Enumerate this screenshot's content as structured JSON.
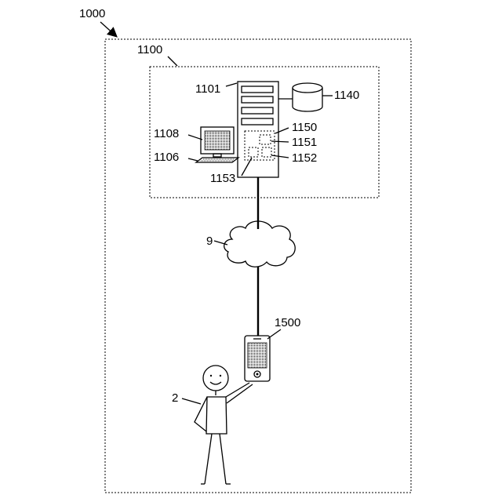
{
  "labels": {
    "system": "1000",
    "server_system": "1100",
    "server": "1101",
    "database": "1140",
    "terminal": "1108",
    "keyboard": "1106",
    "processor": "1150",
    "module_1": "1151",
    "module_2": "1152",
    "module_3": "1153",
    "network": "9",
    "mobile": "1500",
    "user": "2"
  }
}
